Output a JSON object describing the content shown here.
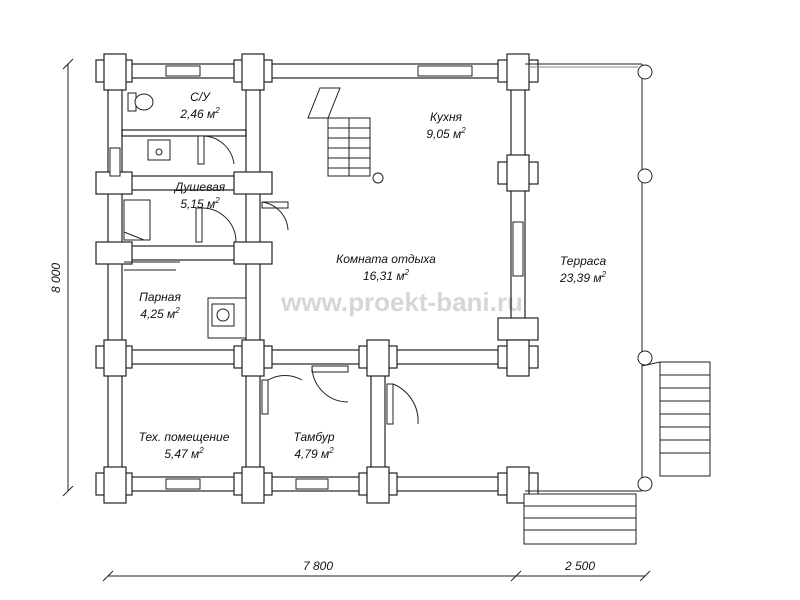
{
  "watermark": "www.proekt-bani.ru",
  "dimensions": {
    "height_total": "8 000",
    "width_main": "7 800",
    "width_terrace": "2 500"
  },
  "rooms": [
    {
      "id": "su",
      "name": "С/У",
      "area": "2,46 м"
    },
    {
      "id": "dush",
      "name": "Душевая",
      "area": "5,15 м"
    },
    {
      "id": "parnaya",
      "name": "Парная",
      "area": "4,25 м"
    },
    {
      "id": "kuhnya",
      "name": "Кухня",
      "area": "9,05 м"
    },
    {
      "id": "otdyh",
      "name": "Комната отдыха",
      "area": "16,31 м"
    },
    {
      "id": "terrasa",
      "name": "Терраса",
      "area": "23,39 м"
    },
    {
      "id": "teh",
      "name": "Тех. помещение",
      "area": "5,47 м"
    },
    {
      "id": "tambur",
      "name": "Тамбур",
      "area": "4,79 м"
    }
  ],
  "area_unit_superscript": "2"
}
